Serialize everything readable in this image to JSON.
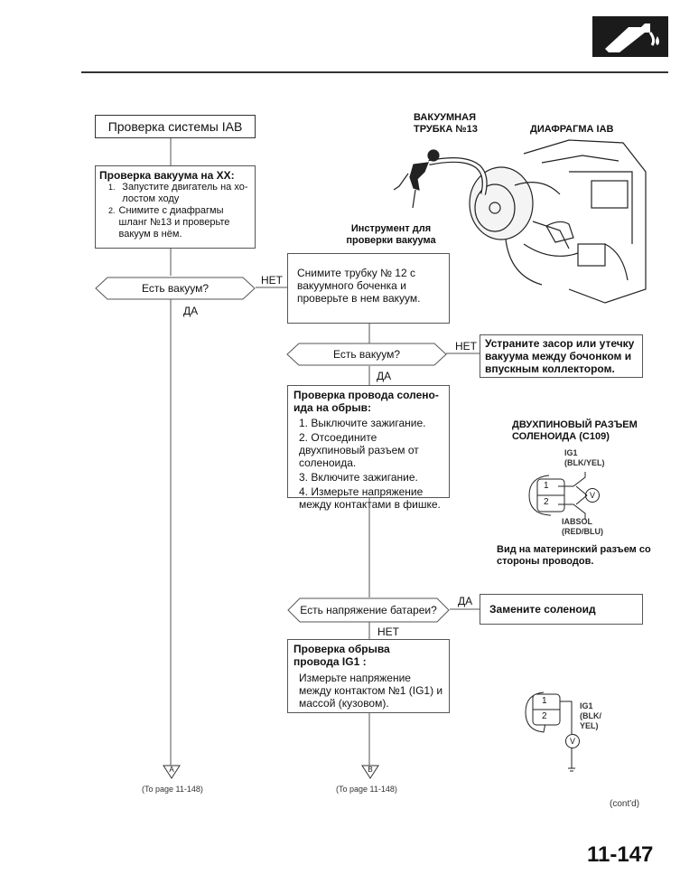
{
  "header": {
    "icon": "fuel-system-icon"
  },
  "start_box": {
    "label": "Проверка системы IAB"
  },
  "step1": {
    "title": "Проверка вакуума на ХХ:",
    "items": [
      {
        "num": "1.",
        "text": "Запустите двигатель на хо-лостом ходу"
      },
      {
        "num": "2.",
        "text": "Снимите с диафрагмы шланг №13  и проверьте вакуум в нём."
      }
    ]
  },
  "decision1": {
    "label": "Есть вакуум?",
    "no": "НЕТ",
    "yes": "ДА"
  },
  "step2": {
    "text": "Снимите трубку № 12 с вакуумного боченка и проверьте в нем вакуум."
  },
  "decision2": {
    "label": "Есть вакуум?",
    "no": "НЕТ",
    "yes": "ДА"
  },
  "fix1": {
    "text": "Устраните засор или утечку вакуума между бочонком и впускным коллектором."
  },
  "step3": {
    "title": "Проверка провода солено-ида на обрыв:",
    "items": [
      "1. Выключите зажигание.",
      "2. Отсоедините двухпиновый разъем от соленоида.",
      "3. Включите зажигание.",
      "4. Измерьте напряжение между контактами в фишке."
    ]
  },
  "decision3": {
    "label": "Есть напряжение батареи?",
    "yes": "ДА",
    "no": "НЕТ"
  },
  "fix2": {
    "text": "Замените соленоид"
  },
  "step4": {
    "title": "Проверка обрыва провода IG1 :",
    "text": "Измерьте напряжение между контактом №1 (IG1) и массой (кузовом)."
  },
  "figure1": {
    "label_tube": "ВАКУУМНАЯ ТРУБКА №13",
    "label_diaphragm": "ДИАФРАГМА IAB",
    "label_tool": "Инструмент для проверки вакуума"
  },
  "connector1": {
    "title": "ДВУХПИНОВЫЙ РАЗЪЕМ СОЛЕНОИДА (C109)",
    "wire_top": "IG1",
    "wire_top_color": "(BLK/YEL)",
    "wire_bottom": "IABSOL",
    "wire_bottom_color": "(RED/BLU)",
    "pin1": "1",
    "pin2": "2",
    "meter": "V",
    "caption": "Вид на материнский разъем со стороны проводов."
  },
  "connector2": {
    "pin1": "1",
    "pin2": "2",
    "wire": "IG1",
    "wire_color": "(BLK/ YEL)",
    "meter": "V"
  },
  "footer": {
    "marker_a": "A",
    "marker_b": "B",
    "ref_a": "(To page 11-148)",
    "ref_b": "(To page 11-148)",
    "contd": "(cont'd)",
    "page": "11-147"
  }
}
